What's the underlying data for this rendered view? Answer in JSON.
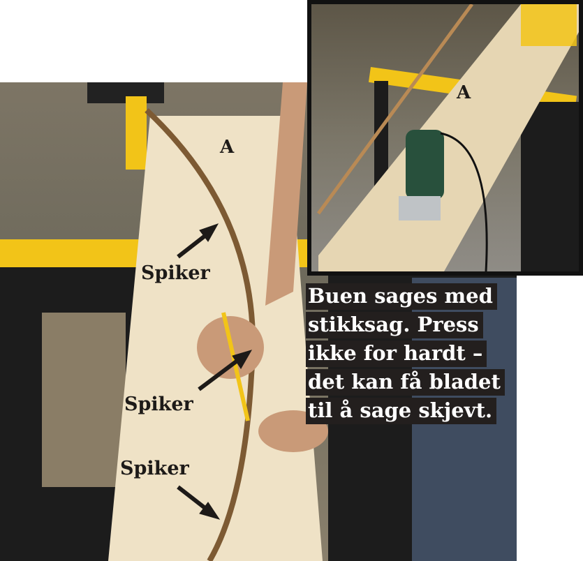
{
  "main_photo": {
    "marker": "A",
    "labels": [
      "Spiker",
      "Spiker",
      "Spiker"
    ]
  },
  "inset_photo": {
    "marker": "A"
  },
  "caption": {
    "lines": [
      "Buen sages med",
      "stikksag. Press",
      "ikke for hardt –",
      "det kan få bladet",
      "til å sage skjevt."
    ]
  }
}
